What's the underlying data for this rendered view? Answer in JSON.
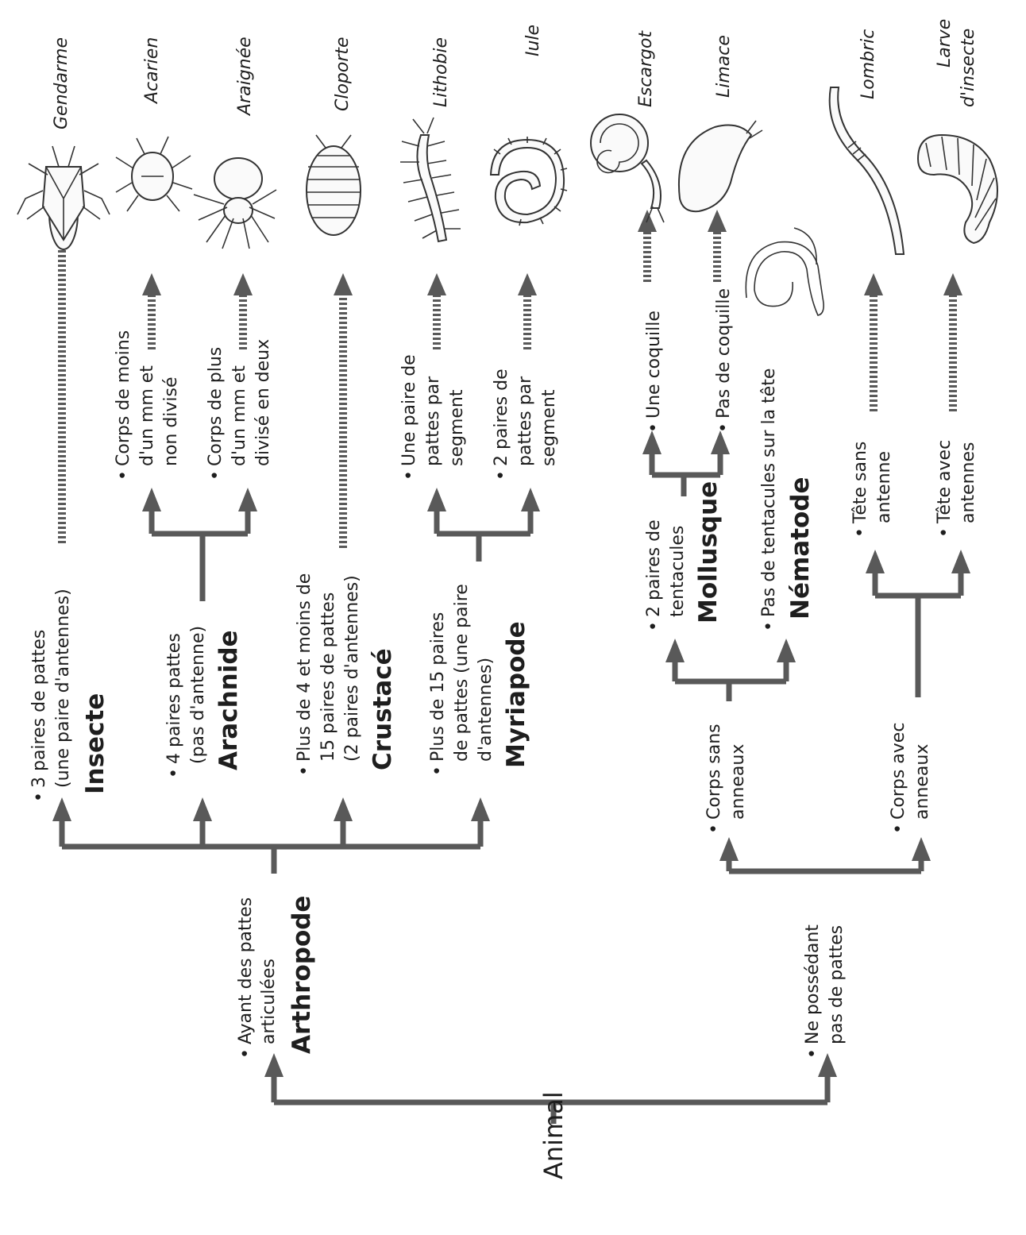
{
  "root": "Animal",
  "groups": {
    "arthropode": {
      "desc": [
        "Ayant des pattes",
        "articulées"
      ],
      "name": "Arthropode"
    },
    "sans_pattes": {
      "desc": [
        "Ne possédant",
        "pas de pattes"
      ]
    }
  },
  "classes": {
    "insecte": {
      "desc": [
        "3 paires de pattes",
        "(une paire d'antennes)"
      ],
      "name": "Insecte"
    },
    "arachnide": {
      "desc": [
        "4 paires pattes",
        "(pas d'antenne)"
      ],
      "name": "Arachnide"
    },
    "crustace": {
      "desc": [
        "Plus de 4 et moins de",
        "15 paires de pattes",
        "(2 paires d'antennes)"
      ],
      "name": "Crustacé"
    },
    "myriapode": {
      "desc": [
        "Plus de 15 paires",
        "de pattes (une paire",
        "d'antennes)"
      ],
      "name": "Myriapode"
    },
    "corps_sans": {
      "desc": [
        "Corps sans",
        "anneaux"
      ]
    },
    "corps_avec": {
      "desc": [
        "Corps avec",
        "anneaux"
      ]
    },
    "mollusque": {
      "desc": [
        "2 paires de",
        "tentacules"
      ],
      "name": "Mollusque"
    },
    "nematode": {
      "desc": [
        "Pas de tentacules sur la tête"
      ],
      "name": "Nématode"
    }
  },
  "criteria": {
    "acarien": [
      "Corps de moins",
      "d'un mm et",
      "non divisé"
    ],
    "araignee": [
      "Corps de plus",
      "d'un mm et",
      "divisé en deux"
    ],
    "lithobie": [
      "Une paire de",
      "pattes par",
      "segment"
    ],
    "iule": [
      "2 paires de",
      "pattes par",
      "segment"
    ],
    "escargot": [
      "Une coquille"
    ],
    "limace": [
      "Pas de coquille"
    ],
    "lombric": [
      "Tête sans",
      "antenne"
    ],
    "larve": [
      "Tête avec",
      "antennes"
    ]
  },
  "species": {
    "gendarme": [
      "Gendarme"
    ],
    "acarien": [
      "Acarien"
    ],
    "araignee": [
      "Araignée"
    ],
    "cloporte": [
      "Cloporte"
    ],
    "lithobie": [
      "Lithobie"
    ],
    "iule": [
      "Iule"
    ],
    "escargot": [
      "Escargot"
    ],
    "limace": [
      "Limace"
    ],
    "lombric": [
      "Lombric"
    ],
    "larve": [
      "Larve",
      "d'insecte"
    ]
  },
  "illustrations": [
    "gendarme-icon",
    "mite-icon",
    "spider-icon",
    "woodlouse-icon",
    "centipede-icon",
    "millipede-icon",
    "snail-icon",
    "slug-icon",
    "nematode-icon",
    "earthworm-icon",
    "larva-icon"
  ],
  "colors": {
    "line": "#595959",
    "text": "#1e1e1e",
    "background": "#ffffff"
  }
}
